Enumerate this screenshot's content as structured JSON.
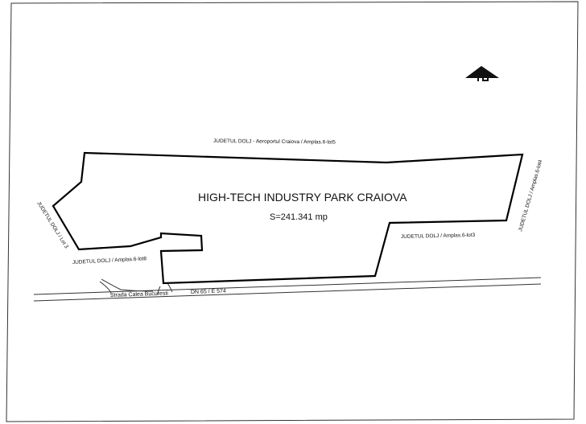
{
  "plan": {
    "title": "HIGH-TECH INDUSTRY PARK CRAIOVA",
    "area": "S=241.341 mp",
    "north_label": "N"
  },
  "neighbors": {
    "north": "JUDETUL DOLJ - Aeroportul Craiova / Amplas.6-lot5",
    "east": "JUDETUL DOLJ / Amplas.6-lot4",
    "southeast": "JUDETUL DOLJ / Amplas.6-lot3",
    "west": "JUDETUL DOLJ / Lot 3",
    "southwest": "JUDETUL DOLJ / Amplas.6-lot8"
  },
  "roads": {
    "street": "Strada Calea Bucuresti",
    "highway": "DN 65 / E 574"
  }
}
